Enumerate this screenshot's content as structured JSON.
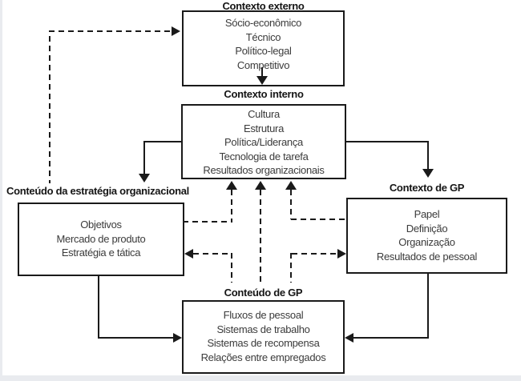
{
  "diagram": {
    "boxes": {
      "external": {
        "title": "Contexto externo",
        "items": [
          "Sócio-econômico",
          "Técnico",
          "Político-legal",
          "Competitivo"
        ]
      },
      "internal": {
        "title": "Contexto interno",
        "items": [
          "Cultura",
          "Estrutura",
          "Política/Liderança",
          "Tecnologia de tarefa",
          "Resultados organizacionais"
        ]
      },
      "strategy": {
        "title": "Conteúdo da estratégia organizacional",
        "items": [
          "Objetivos",
          "Mercado de produto",
          "Estratégia e tática"
        ]
      },
      "gp_context": {
        "title": "Contexto de GP",
        "items": [
          "Papel",
          "Definição",
          "Organização",
          "Resultados de pessoal"
        ]
      },
      "gp_content": {
        "title": "Conteúdo de GP",
        "items": [
          "Fluxos de pessoal",
          "Sistemas de trabalho",
          "Sistemas de recompensa",
          "Relações entre empregados"
        ]
      }
    },
    "connections": [
      {
        "from": "strategy",
        "to": "external",
        "style": "dashed"
      },
      {
        "from": "external",
        "to": "internal",
        "style": "solid"
      },
      {
        "from": "internal",
        "to": "strategy",
        "style": "solid"
      },
      {
        "from": "internal",
        "to": "gp_context",
        "style": "solid"
      },
      {
        "from": "strategy",
        "to": "gp_content",
        "style": "solid"
      },
      {
        "from": "gp_context",
        "to": "gp_content",
        "style": "solid"
      },
      {
        "from": "strategy",
        "to": "internal",
        "style": "dashed"
      },
      {
        "from": "gp_content",
        "to": "internal",
        "style": "dashed"
      },
      {
        "from": "gp_context",
        "to": "internal",
        "style": "dashed"
      },
      {
        "from": "gp_content",
        "to": "strategy",
        "style": "dashed"
      },
      {
        "from": "gp_content",
        "to": "gp_context",
        "style": "dashed"
      }
    ],
    "colors": {
      "line": "#1a1a1a",
      "title_text": "#151515",
      "body_text": "#3b3b3b",
      "background": "#ffffff",
      "page_edge": "#e9ebef"
    }
  }
}
